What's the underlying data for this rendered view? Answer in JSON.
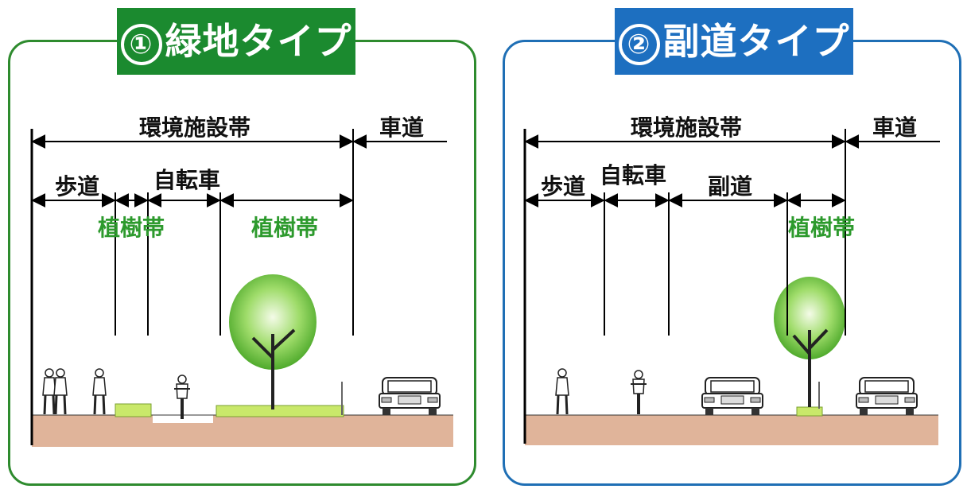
{
  "panels": [
    {
      "title_num": "①",
      "title": "緑地タイプ",
      "labels": {
        "env_zone": "環境施設帯",
        "roadway": "車道",
        "sidewalk": "歩道",
        "bicycle": "自転車",
        "planting_1": "植樹帯",
        "planting_2": "植樹帯"
      }
    },
    {
      "title_num": "②",
      "title": "副道タイプ",
      "labels": {
        "env_zone": "環境施設帯",
        "roadway": "車道",
        "sidewalk": "歩道",
        "bicycle": "自転車",
        "side_road": "副道",
        "planting": "植樹帯"
      }
    }
  ],
  "colors": {
    "panel1_border": "#2e8b2e",
    "panel2_border": "#1f6fb5",
    "green_label": "#2d9a2d",
    "ground": "#e0b49a"
  },
  "icons": [
    "tree",
    "car",
    "pedestrian",
    "cyclist",
    "hedge"
  ]
}
